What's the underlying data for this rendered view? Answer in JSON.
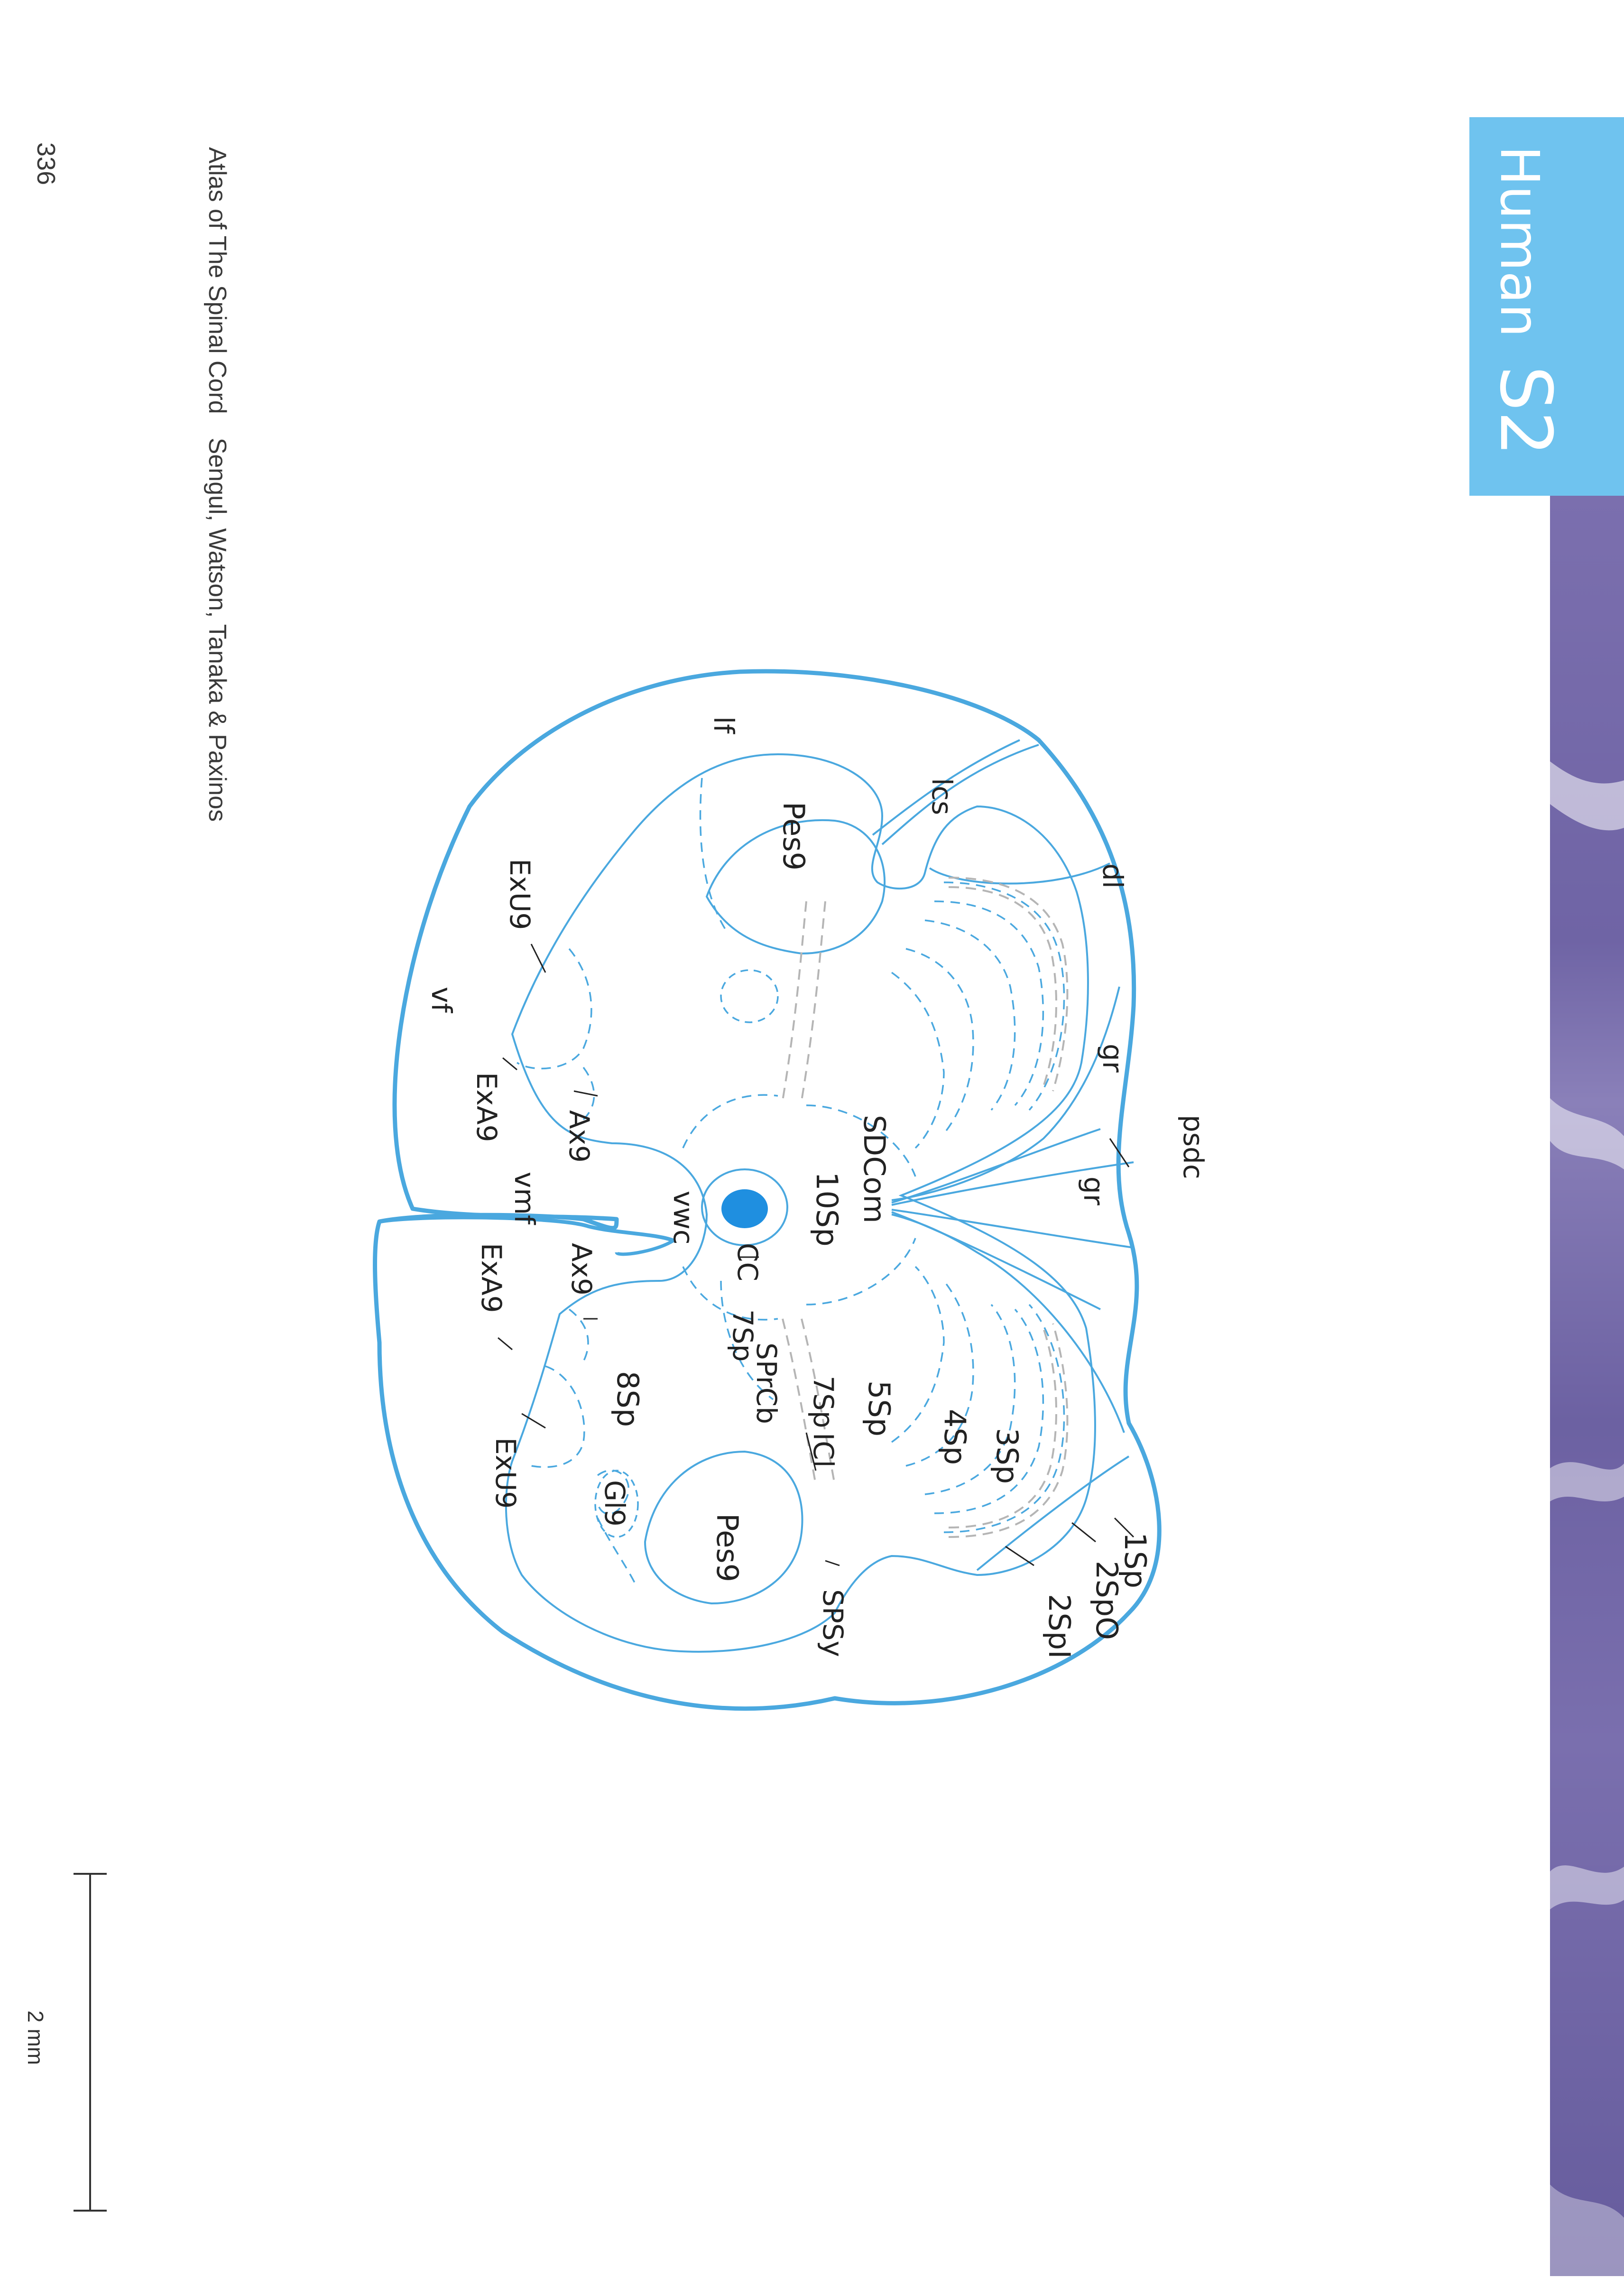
{
  "header": {
    "page_number": "336",
    "book_title": "Atlas of The Spinal Cord",
    "authors": "Sengul, Watson, Tanaka & Paxinos"
  },
  "species_tab": {
    "species": "Human",
    "level": "S2",
    "color": "#6fc3ef"
  },
  "colors": {
    "outline": "#4aa8df",
    "central_canal_fill": "#1f8fe0",
    "gray_dashes": "#b5b5b5",
    "histology": "#6f64a5"
  },
  "labels": {
    "lf": "lf",
    "lcs": "lcs",
    "pes9_top": "Pes9",
    "dl": "dl",
    "exu9_top": "ExU9",
    "vf": "vf",
    "gr_top": "gr",
    "psdc": "psdc",
    "exa9_top": "ExA9",
    "ax9_top": "Ax9",
    "sdcom": "SDCom",
    "gr_bottom": "gr",
    "sp10": "10Sp",
    "vmf": "vmf",
    "vwc": "vwc",
    "cc": "CC",
    "ax9_bottom": "Ax9",
    "exa9_bottom": "ExA9",
    "sp7_left": "7Sp",
    "sprcb": "SPrCb",
    "sp7_right": "7Sp",
    "sp5": "5Sp",
    "sp8": "8Sp",
    "icl": "ICl",
    "sp4": "4Sp",
    "sp3": "3Sp",
    "exu9_bottom": "ExU9",
    "gl9": "Gl9",
    "pes9_bottom": "Pes9",
    "sp1": "1Sp",
    "sp2o": "2SpO",
    "sp2i": "2SpI",
    "spsy": "SPSy"
  },
  "scale_bar": {
    "label": "2 mm"
  }
}
